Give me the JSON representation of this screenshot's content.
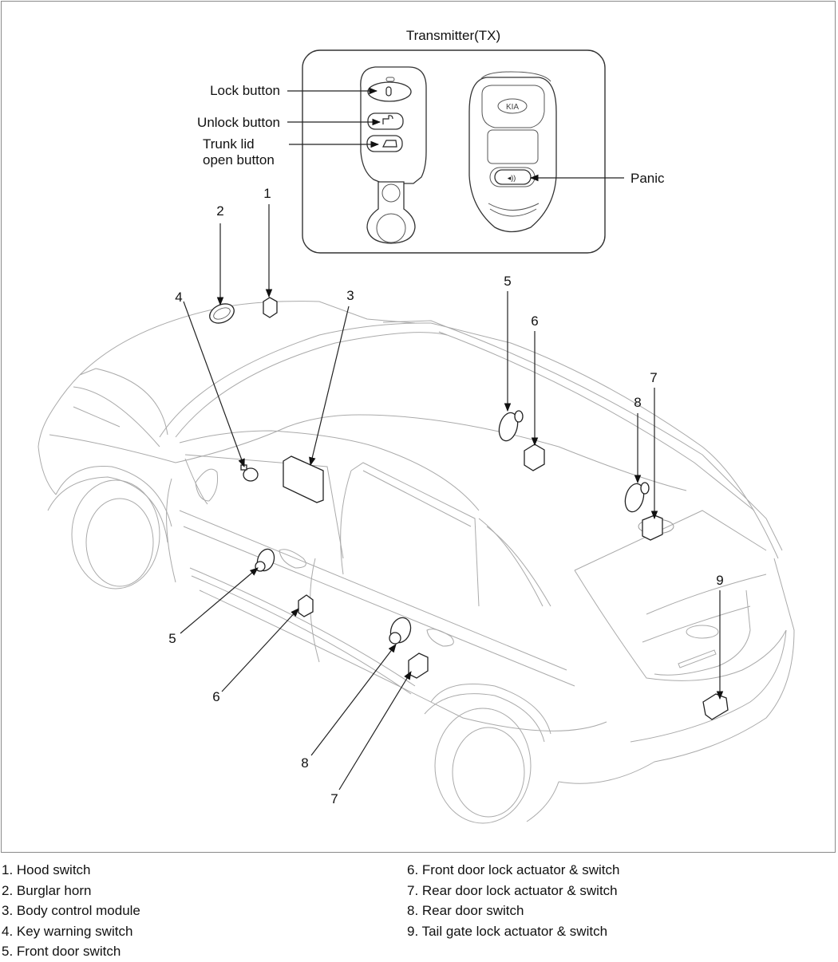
{
  "transmitter": {
    "title": "Transmitter(TX)",
    "callouts": {
      "lock": "Lock button",
      "unlock": "Unlock button",
      "trunk_line1": "Trunk lid",
      "trunk_line2": "open button",
      "panic": "Panic"
    },
    "brand_badge": "KIA"
  },
  "callout_numbers": {
    "hood_switch": "1",
    "burglar_horn": "2",
    "body_control_module": "3",
    "key_warning_switch": "4",
    "front_door_switch_left": "5",
    "front_door_switch_right": "5",
    "front_door_lock_left": "6",
    "front_door_lock_right": "6",
    "rear_door_lock_left": "7",
    "rear_door_lock_right": "7",
    "rear_door_switch_left": "8",
    "rear_door_switch_right": "8",
    "tail_gate_lock": "9"
  },
  "legend": {
    "left": [
      "1. Hood switch",
      "2. Burglar horn",
      "3. Body control module",
      "4. Key warning switch",
      "5. Front door switch"
    ],
    "right": [
      "6. Front door lock actuator & switch",
      "7. Rear door lock actuator & switch",
      "8. Rear door switch",
      "9. Tail gate lock actuator & switch"
    ]
  }
}
